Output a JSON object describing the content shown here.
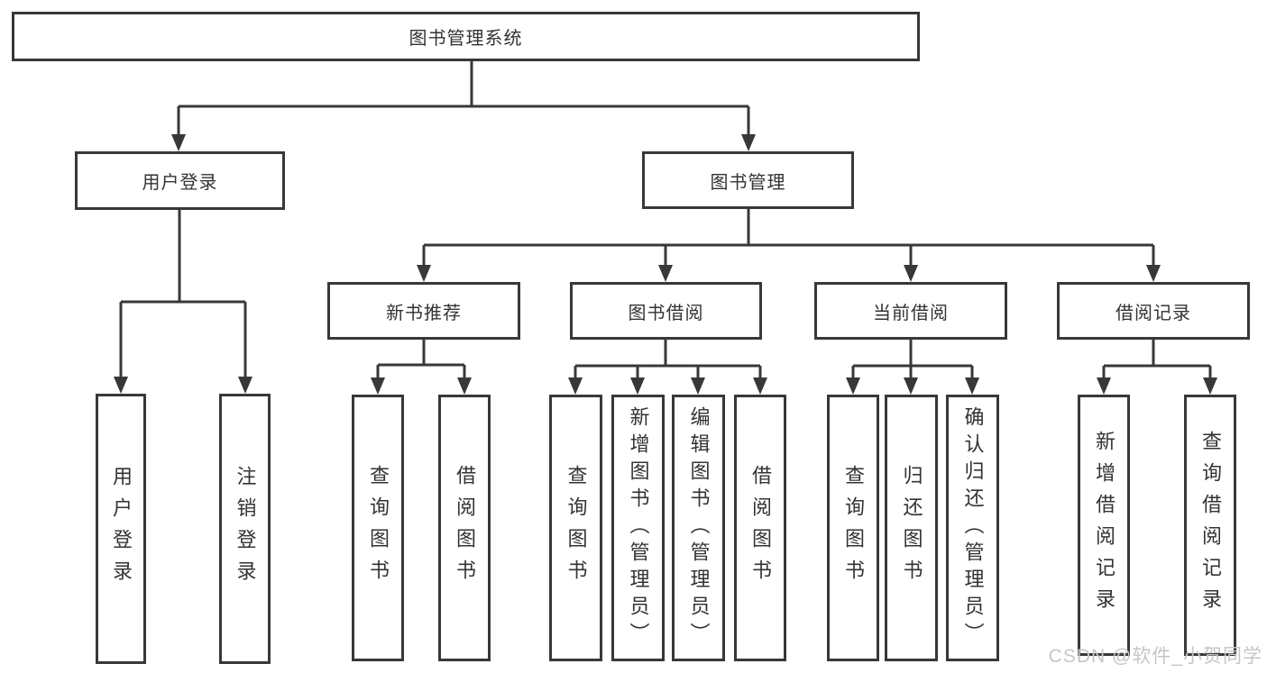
{
  "tree": {
    "root": "图书管理系统",
    "branches": [
      {
        "label": "用户登录",
        "children": [
          "用户登录",
          "注销登录"
        ]
      },
      {
        "label": "图书管理",
        "groups": [
          {
            "label": "新书推荐",
            "children": [
              "查询图书",
              "借阅图书"
            ]
          },
          {
            "label": "图书借阅",
            "children": [
              "查询图书",
              "新增图书（管理员）",
              "编辑图书（管理员）",
              "借阅图书"
            ]
          },
          {
            "label": "当前借阅",
            "children": [
              "查询图书",
              "归还图书",
              "确认归还（管理员）"
            ]
          },
          {
            "label": "借阅记录",
            "children": [
              "新增借阅记录",
              "查询借阅记录"
            ]
          }
        ]
      }
    ]
  },
  "watermark": {
    "text": "CSDN @软件_小贺同学"
  },
  "colors": {
    "line": "#383838",
    "text": "#333333",
    "background": "#ffffff",
    "watermark": "#c6c6c6"
  }
}
